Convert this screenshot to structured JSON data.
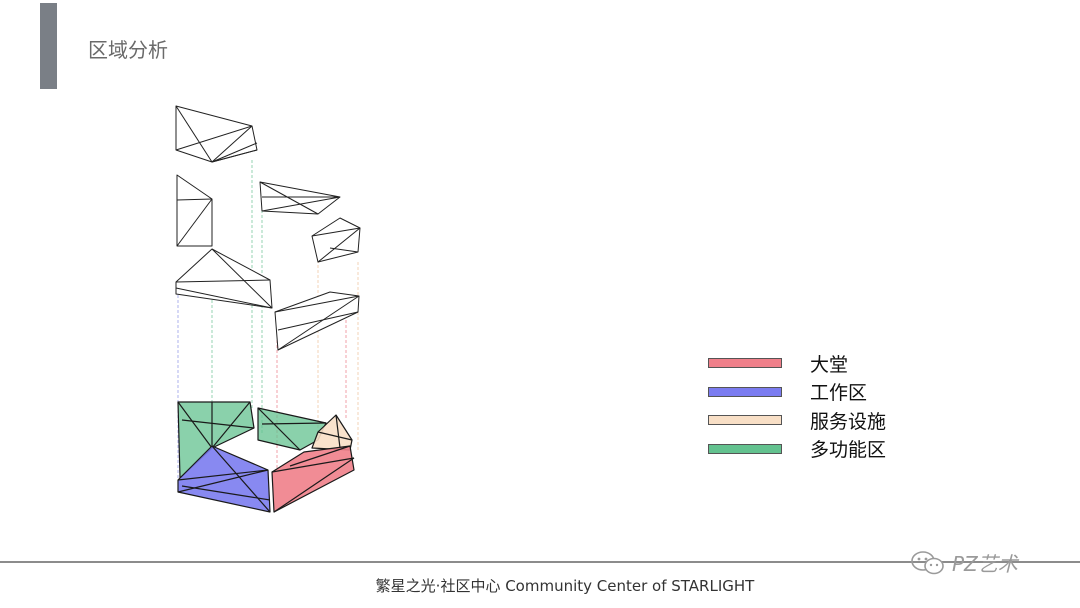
{
  "slide": {
    "title": "区域分析"
  },
  "legend": {
    "items": [
      {
        "label": "大堂",
        "color": "#ef7f8a"
      },
      {
        "label": "工作区",
        "color": "#7b7cf0"
      },
      {
        "label": "服务设施",
        "color": "#f8dfc6"
      },
      {
        "label": "多功能区",
        "color": "#63c28f"
      }
    ]
  },
  "footer": {
    "text": "繁星之光·社区中心  Community Center of STARLIGHT"
  },
  "watermark": {
    "text": "PZ艺术"
  }
}
